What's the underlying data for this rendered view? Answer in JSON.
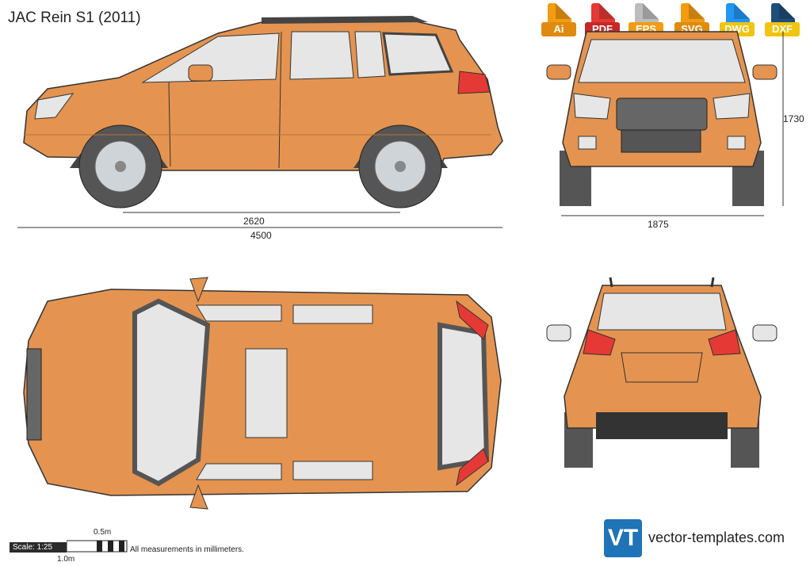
{
  "title": "JAC Rein S1 (2011)",
  "formats": [
    {
      "label": "Ai",
      "color": "#f39c12"
    },
    {
      "label": "PDF",
      "color": "#e53935"
    },
    {
      "label": "EPS",
      "color": "#f39c12"
    },
    {
      "label": "SVG",
      "color": "#f39c12"
    },
    {
      "label": "DWG",
      "color": "#2196f3"
    },
    {
      "label": "DXF",
      "color": "#1e4f7a"
    }
  ],
  "dimensions": {
    "wheelbase": "2620",
    "length": "4500",
    "width": "1875",
    "height": "1730"
  },
  "scale": {
    "label": "Scale: 1:25",
    "half_meter": "0.5m",
    "one_meter": "1.0m"
  },
  "note": "All measurements in millimeters.",
  "brand": {
    "logo": "VT",
    "site": "vector-templates.com"
  },
  "colors": {
    "body": "#e49450",
    "glass": "#e6e6e6",
    "tire": "#555555",
    "light": "#e53935"
  }
}
